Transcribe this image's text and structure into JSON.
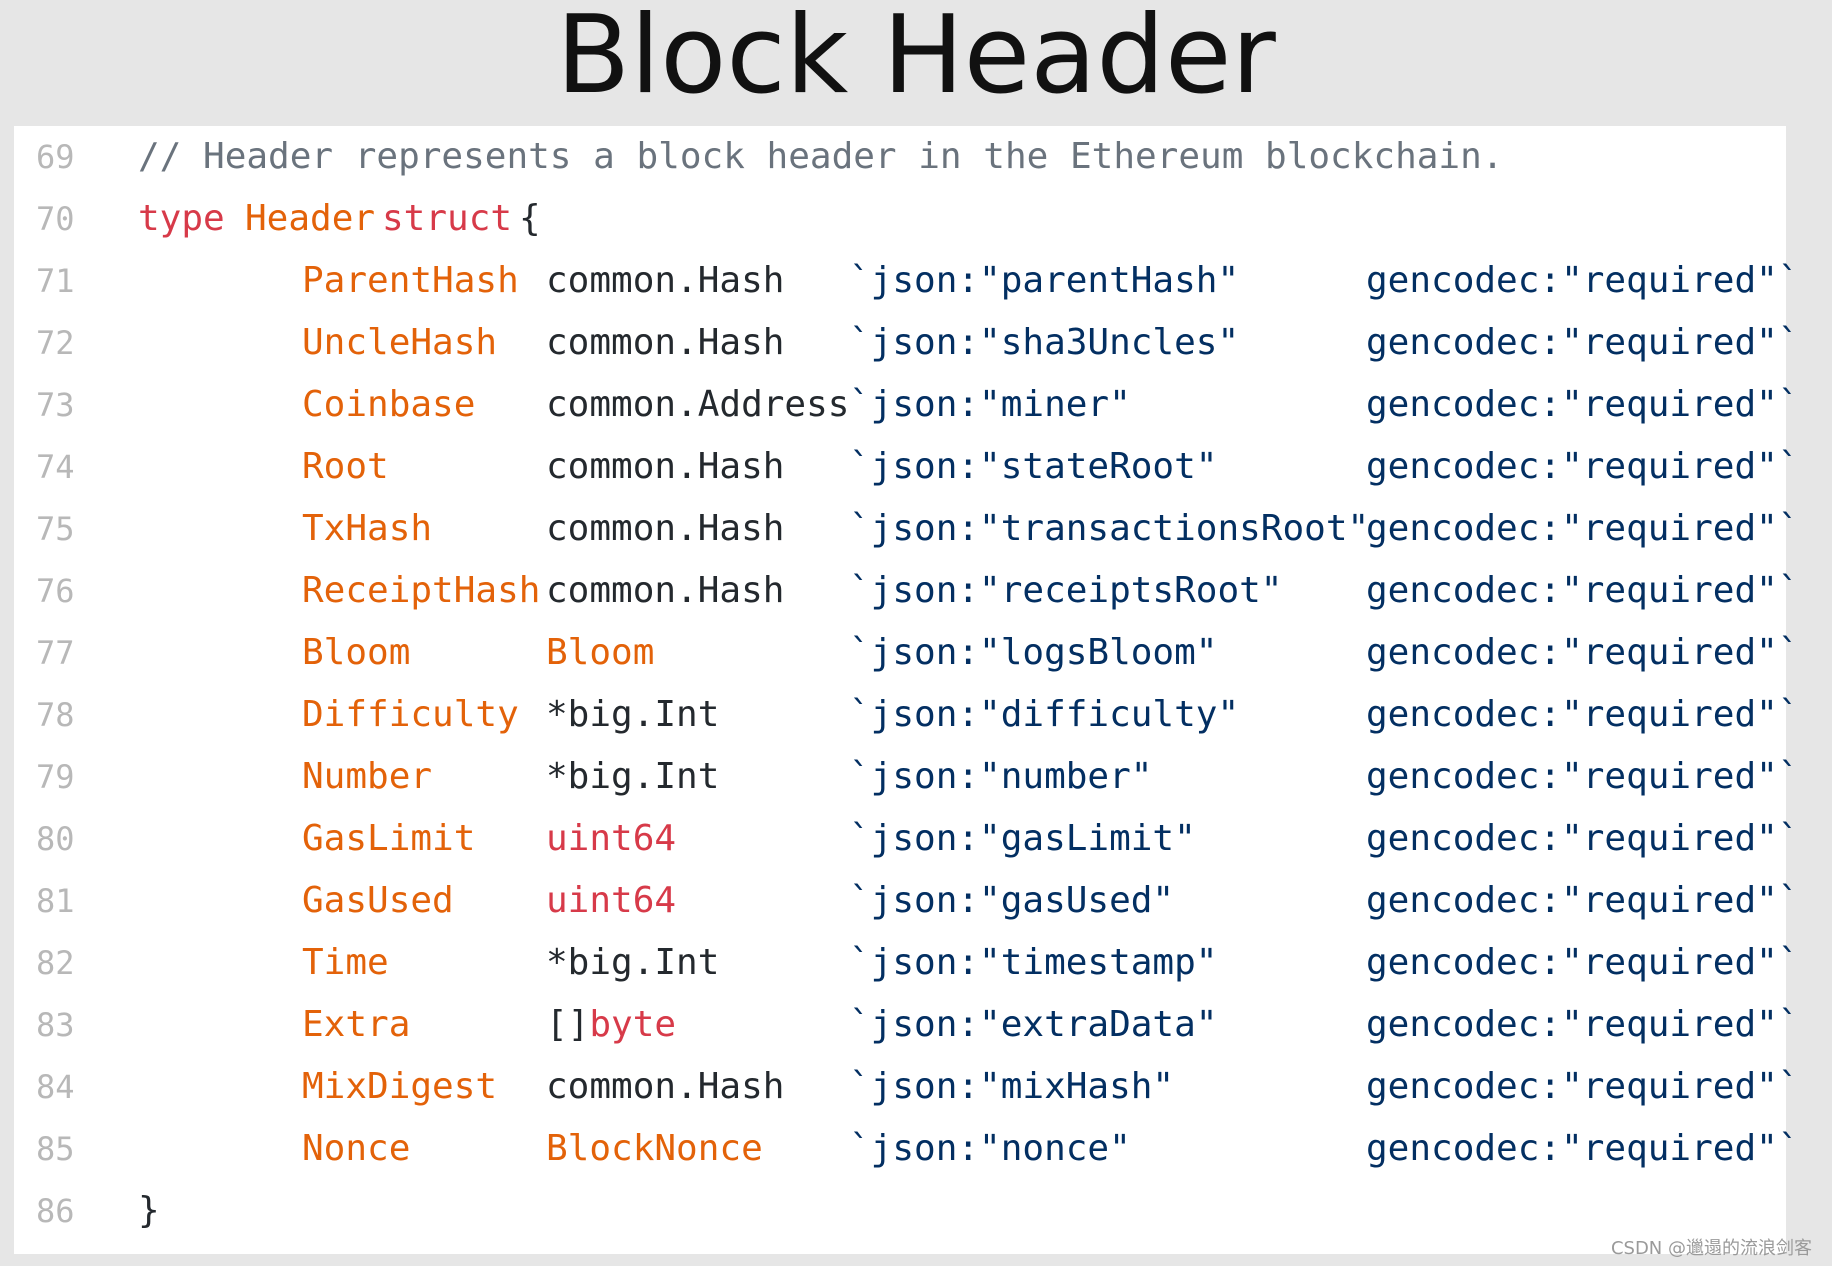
{
  "title": "Block Header",
  "watermark": "CSDN @邋遢的流浪剑客",
  "comment_line": {
    "num": "69",
    "text": "// Header represents a block header in the Ethereum blockchain."
  },
  "type_line": {
    "num": "70",
    "kw": "type",
    "name": "Header",
    "kw2": "struct",
    "brace": "{"
  },
  "fields": [
    {
      "num": "71",
      "name": "ParentHash",
      "type_prefix": "",
      "type": "common.Hash",
      "type_kind": "plain",
      "json": "`json:\"parentHash\"",
      "gen": "gencodec:\"required\"`"
    },
    {
      "num": "72",
      "name": "UncleHash",
      "type_prefix": "",
      "type": "common.Hash",
      "type_kind": "plain",
      "json": "`json:\"sha3Uncles\"",
      "gen": "gencodec:\"required\"`"
    },
    {
      "num": "73",
      "name": "Coinbase",
      "type_prefix": "",
      "type": "common.Address",
      "type_kind": "plain",
      "json": "`json:\"miner\"",
      "gen": "gencodec:\"required\"`"
    },
    {
      "num": "74",
      "name": "Root",
      "type_prefix": "",
      "type": "common.Hash",
      "type_kind": "plain",
      "json": "`json:\"stateRoot\"",
      "gen": "gencodec:\"required\"`"
    },
    {
      "num": "75",
      "name": "TxHash",
      "type_prefix": "",
      "type": "common.Hash",
      "type_kind": "plain",
      "json": "`json:\"transactionsRoot\"",
      "gen": "gencodec:\"required\"`"
    },
    {
      "num": "76",
      "name": "ReceiptHash",
      "type_prefix": "",
      "type": "common.Hash",
      "type_kind": "plain",
      "json": "`json:\"receiptsRoot\"",
      "gen": "gencodec:\"required\"`"
    },
    {
      "num": "77",
      "name": "Bloom",
      "type_prefix": "",
      "type": "Bloom",
      "type_kind": "orange",
      "json": "`json:\"logsBloom\"",
      "gen": "gencodec:\"required\"`"
    },
    {
      "num": "78",
      "name": "Difficulty",
      "type_prefix": "",
      "type": "*big.Int",
      "type_kind": "plain",
      "json": "`json:\"difficulty\"",
      "gen": "gencodec:\"required\"`"
    },
    {
      "num": "79",
      "name": "Number",
      "type_prefix": "",
      "type": "*big.Int",
      "type_kind": "plain",
      "json": "`json:\"number\"",
      "gen": "gencodec:\"required\"`"
    },
    {
      "num": "80",
      "name": "GasLimit",
      "type_prefix": "",
      "type": "uint64",
      "type_kind": "kw",
      "json": "`json:\"gasLimit\"",
      "gen": "gencodec:\"required\"`"
    },
    {
      "num": "81",
      "name": "GasUsed",
      "type_prefix": "",
      "type": "uint64",
      "type_kind": "kw",
      "json": "`json:\"gasUsed\"",
      "gen": "gencodec:\"required\"`"
    },
    {
      "num": "82",
      "name": "Time",
      "type_prefix": "",
      "type": "*big.Int",
      "type_kind": "plain",
      "json": "`json:\"timestamp\"",
      "gen": "gencodec:\"required\"`"
    },
    {
      "num": "83",
      "name": "Extra",
      "type_prefix": "[]",
      "type": "byte",
      "type_kind": "kw",
      "json": "`json:\"extraData\"",
      "gen": "gencodec:\"required\"`"
    },
    {
      "num": "84",
      "name": "MixDigest",
      "type_prefix": "",
      "type": "common.Hash",
      "type_kind": "plain",
      "json": "`json:\"mixHash\"",
      "gen": "gencodec:\"required\"`"
    },
    {
      "num": "85",
      "name": "Nonce",
      "type_prefix": "",
      "type": "BlockNonce",
      "type_kind": "orange",
      "json": "`json:\"nonce\"",
      "gen": "gencodec:\"required\"`"
    }
  ],
  "close_line": {
    "num": "86",
    "brace": "}"
  }
}
